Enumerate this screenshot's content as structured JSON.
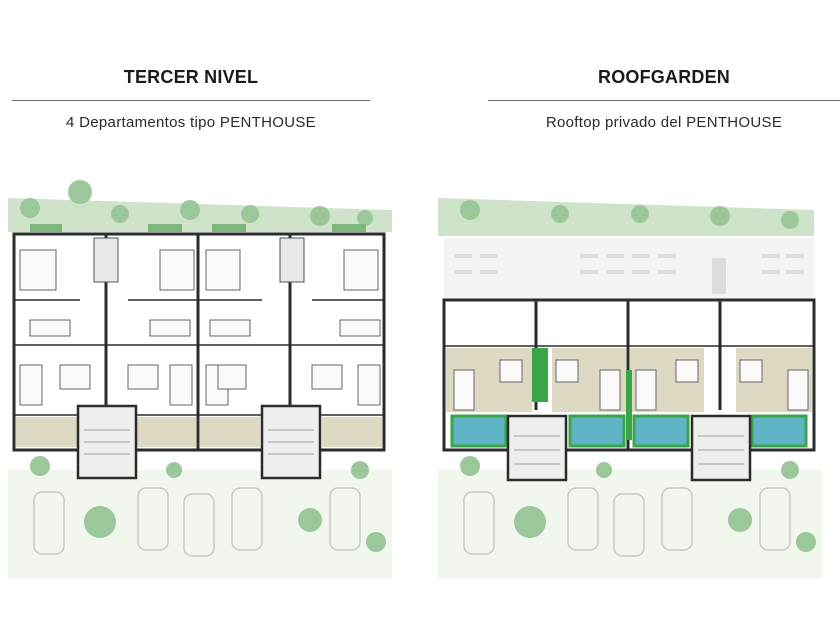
{
  "panels": [
    {
      "title": "TERCER NIVEL",
      "subtitle": "4 Departamentos tipo PENTHOUSE"
    },
    {
      "title": "ROOFGARDEN",
      "subtitle": "Rooftop privado del PENTHOUSE"
    }
  ],
  "colors": {
    "wall": "#2b2b2b",
    "vegetation": "#9cc79a",
    "vegetation_light": "#cfe3cb",
    "terrace_tan": "#ded9c3",
    "pool": "#5fb3c4",
    "green_strip": "#3aa648",
    "ground": "#f1f6ef"
  }
}
